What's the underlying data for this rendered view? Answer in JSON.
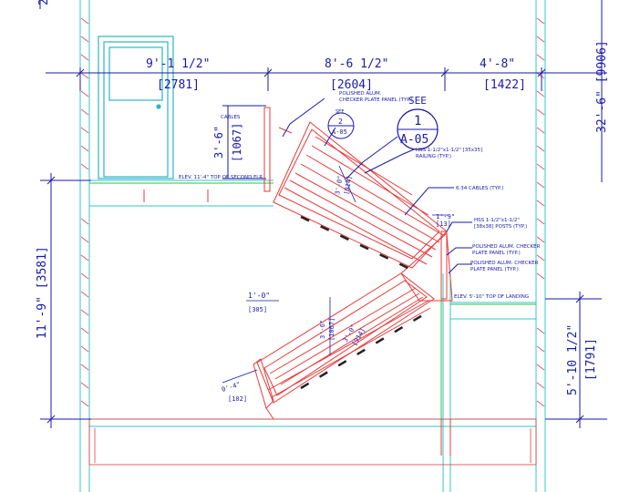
{
  "colors": {
    "background": "#ffffff",
    "stair": "#e83a3a",
    "dimension": "#1a1aa8",
    "wall": "#35c4c4",
    "wall_hatch": "#d94a6a",
    "door": "#2ab3c9",
    "edge_green": "#2ec24a"
  },
  "top_dims": {
    "left_imperial": "9'-1 1/2\"",
    "left_metric": "[2781]",
    "mid_imperial": "8'-6 1/2\"",
    "mid_metric": "[2604]",
    "right_imperial": "4'-8\"",
    "right_metric": "[1422]"
  },
  "side_dims": {
    "top_right": "32'-6\" [9906]",
    "left_lower": "11'-9\" [3581]",
    "right_lower_imperial": "5'-10 1/2\"",
    "right_lower_metric": "[1791]",
    "top_left_fragment": "2"
  },
  "upper_rail": {
    "imperial": "3'-6\"",
    "metric": "[1067]",
    "cables_label": "CABLES"
  },
  "callouts": {
    "see_label": "SEE",
    "section_number": "1",
    "section_sheet": "A-05",
    "detail_see": "SEE",
    "detail_number": "2",
    "detail_sheet": "A-05"
  },
  "notes": {
    "checker_top_1": "POLISHED ALUM.",
    "checker_top_2": "CHECKER PLATE PANEL (TYP.)",
    "railing_1": "HSS 1-1/2\"x1-1/2\" [35x35]",
    "railing_2": "RAILING (TYP.)",
    "cables_typ": "6.34 CABLES (TYP.)",
    "posts_1": "HSS 1-1/2\"x1-1/2\"",
    "posts_2": "[38x38] POSTS (TYP.)",
    "checker_mid_1": "POLISHED ALUM. CHECKER",
    "checker_mid_2": "PLATE PANEL (TYP.)",
    "checker_low_1": "POLISHED ALUM. CHECKER",
    "checker_low_2": "PLATE PANEL (TYP.)",
    "elev_second": "ELEV. 11'-4\" TOP OF SECOND FLR.",
    "elev_landing": "ELEV. 5'-10\" TOP OF LANDING"
  },
  "stair_dims": {
    "upper_run_imp": "3'-0\"",
    "upper_run_met": "[914]",
    "gap_imp": "1'-9\"",
    "gap_met": "[13]",
    "lower_width_imp": "3'-0\"",
    "lower_width_met": "[914]",
    "lower_run_imp": "3'-6\"",
    "lower_run_met": "[1067]",
    "step_imp": "1'-0\"",
    "step_met": "[305]",
    "nosing_imp": "0'-4\"",
    "nosing_met": "[102]"
  }
}
